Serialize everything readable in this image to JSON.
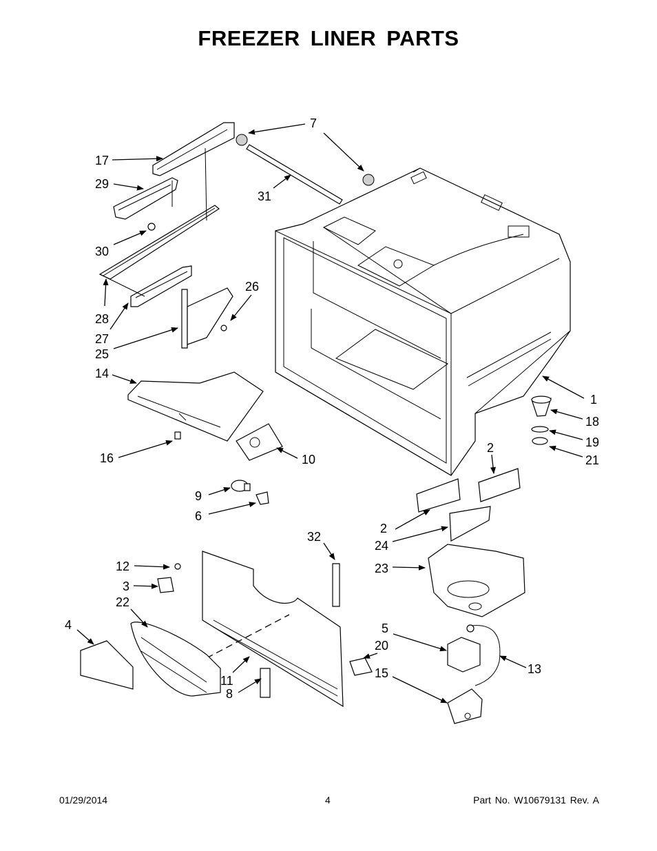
{
  "title": "FREEZER LINER PARTS",
  "footer": {
    "date": "01/29/2014",
    "page": "4",
    "part_no": "Part No.  W10679131  Rev.  A"
  },
  "callouts": {
    "c1": "1",
    "c2a": "2",
    "c2b": "2",
    "c3": "3",
    "c4": "4",
    "c5": "5",
    "c6": "6",
    "c7": "7",
    "c8": "8",
    "c9": "9",
    "c10": "10",
    "c11": "11",
    "c12": "12",
    "c13": "13",
    "c14": "14",
    "c15": "15",
    "c16": "16",
    "c17": "17",
    "c18": "18",
    "c19": "19",
    "c20": "20",
    "c21": "21",
    "c22": "22",
    "c23": "23",
    "c24": "24",
    "c25": "25",
    "c26": "26",
    "c27": "27",
    "c28": "28",
    "c29": "29",
    "c30": "30",
    "c31": "31",
    "c32": "32"
  }
}
